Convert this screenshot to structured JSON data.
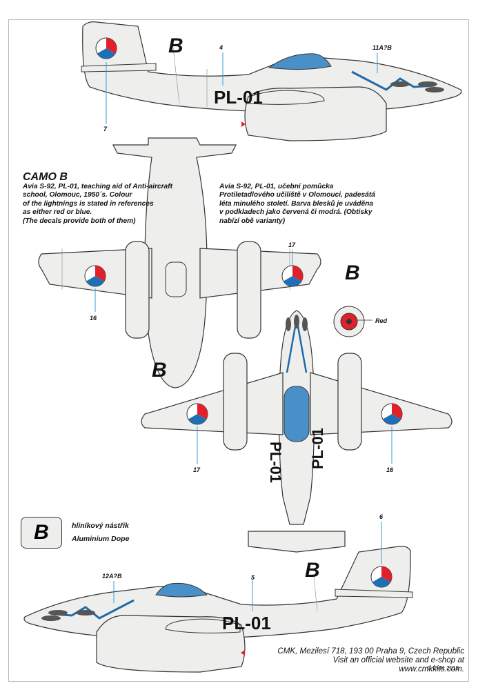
{
  "camo_title": "CAMO B",
  "description_en": "Avia S-92, PL-01, teaching aid of Anti-aircraft\nschool, Olomouc, 1950´s. Colour\nof the lightnings is stated in references\nas either red or blue.\n(The decals provide both of them)",
  "description_cz": "Avia S-92, PL-01, učební pomůcka\nProtiletadlového učiliště v Olomouci, padesátá\nléta minulého století. Barva blesků je uváděna\nv podkladech jako červená či modrá. (Obtisky\nnabízí obě varianty)",
  "callouts": {
    "b_top": "B",
    "b_right": "B",
    "b_middle": "B",
    "b_bottom": "B",
    "n4": "4",
    "n7": "7",
    "n11": "11A?B",
    "n12": "12A?B",
    "n5": "5",
    "n6": "6",
    "n16_left": "16",
    "n17_top": "17",
    "n17_bottom": "17",
    "n16_right": "16",
    "red": "Red"
  },
  "registration": "PL-01",
  "legend": {
    "letter": "B",
    "name_cz": "hliníkový nástřik",
    "name_en": "Aluminium Dope"
  },
  "footer": {
    "line1": "CMK, Mezilesí 718, 193 00 Praha 9, Czech Republic",
    "line2": "Visit an official website and e-shop at",
    "line3": "www.cmkkits.com."
  },
  "copyright": "© CMK 2013",
  "colors": {
    "aluminium": "#eeefec",
    "outline": "#333333",
    "canopy": "#4a90c8",
    "lightning": "#1e6aa8",
    "roundel_red": "#e2202a",
    "roundel_blue": "#1f6fb5",
    "leader_line": "#3a9ad9"
  }
}
